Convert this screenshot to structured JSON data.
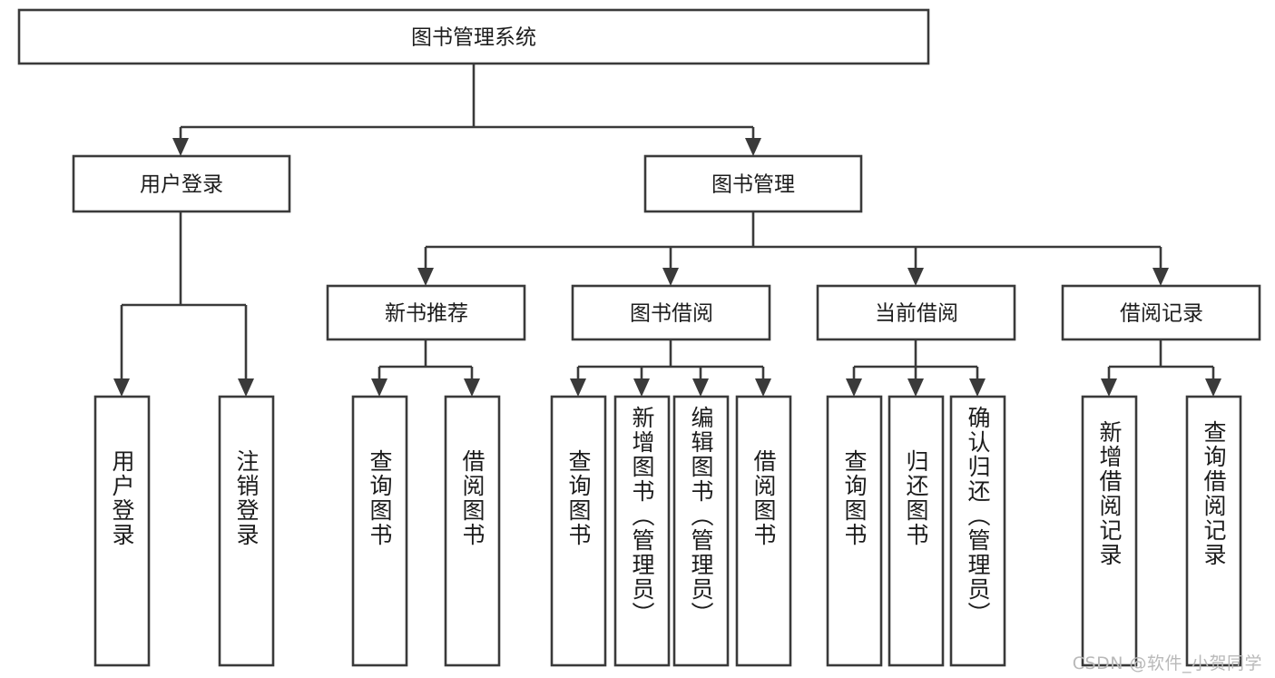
{
  "diagram": {
    "type": "tree-hierarchy-chart",
    "title": "图书管理系统",
    "watermark": "CSDN @软件_小贺同学",
    "colors": {
      "stroke": "#3a3a3a",
      "fill": "#ffffff",
      "text": "#1c1c1c",
      "watermark": "#b9b9b9",
      "background": "#ffffff"
    },
    "root": {
      "label": "图书管理系统"
    },
    "level2": [
      {
        "label": "用户登录"
      },
      {
        "label": "图书管理"
      }
    ],
    "level3": [
      {
        "label": "新书推荐"
      },
      {
        "label": "图书借阅"
      },
      {
        "label": "当前借阅"
      },
      {
        "label": "借阅记录"
      }
    ],
    "leaves": {
      "user_login": [
        {
          "label": "用户登录"
        },
        {
          "label": "注销登录"
        }
      ],
      "new_book_recommend": [
        {
          "label": "查询图书"
        },
        {
          "label": "借阅图书"
        }
      ],
      "book_borrow": [
        {
          "label": "查询图书"
        },
        {
          "label": "新增图书（管理员）"
        },
        {
          "label": "编辑图书（管理员）"
        },
        {
          "label": "借阅图书"
        }
      ],
      "current_borrow": [
        {
          "label": "查询图书"
        },
        {
          "label": "归还图书"
        },
        {
          "label": "确认归还（管理员）"
        }
      ],
      "borrow_record": [
        {
          "label": "新增借阅记录"
        },
        {
          "label": "查询借阅记录"
        }
      ]
    }
  }
}
